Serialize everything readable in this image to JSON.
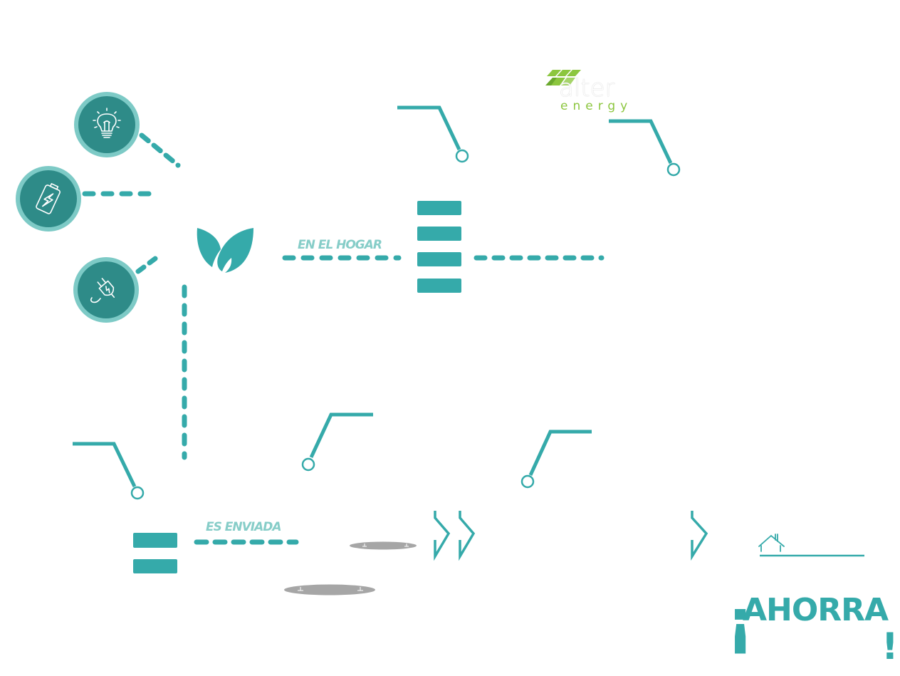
{
  "brand": {
    "logo_primary": "alter",
    "logo_secondary": "energy",
    "logo_green": "#8cc63f",
    "logo_dark_green": "#6aa82d"
  },
  "colors": {
    "accent": "#35aaaa",
    "accent_dark": "#2e8b88",
    "accent_ring": "#7dcac6",
    "label_text": "#86cdc8",
    "grey": "#a6a6a6",
    "background": "#ffffff"
  },
  "icons": {
    "left_cluster": [
      {
        "name": "lightbulb-icon",
        "meaning": "lighting"
      },
      {
        "name": "battery-icon",
        "meaning": "battery charge"
      },
      {
        "name": "plug-icon",
        "meaning": "electric plug"
      }
    ],
    "center": {
      "name": "leaf-icon",
      "meaning": "green energy"
    },
    "home": {
      "name": "house-icon",
      "meaning": "home"
    }
  },
  "labels": {
    "en_el_hogar": "EN EL HOGAR",
    "es_enviada": "ES ENVIADA"
  },
  "headline": {
    "open_mark": "¡",
    "word": "AHORRA",
    "close_mark": "!"
  },
  "callouts": [
    {
      "id": "callout-top-center",
      "direction": "down-right"
    },
    {
      "id": "callout-top-right",
      "direction": "down-right"
    },
    {
      "id": "callout-bottom-left",
      "direction": "down-right"
    },
    {
      "id": "callout-bottom-center",
      "direction": "down-left"
    },
    {
      "id": "callout-bottom-right",
      "direction": "down-left"
    }
  ],
  "stacks": [
    {
      "id": "stack-center",
      "bars": 4
    },
    {
      "id": "stack-bottom-left",
      "bars": 2
    }
  ],
  "arrows": [
    {
      "id": "arrow-1",
      "glyph": "chevron-right"
    },
    {
      "id": "arrow-2",
      "glyph": "chevron-right"
    },
    {
      "id": "arrow-3",
      "glyph": "chevron-right"
    }
  ]
}
